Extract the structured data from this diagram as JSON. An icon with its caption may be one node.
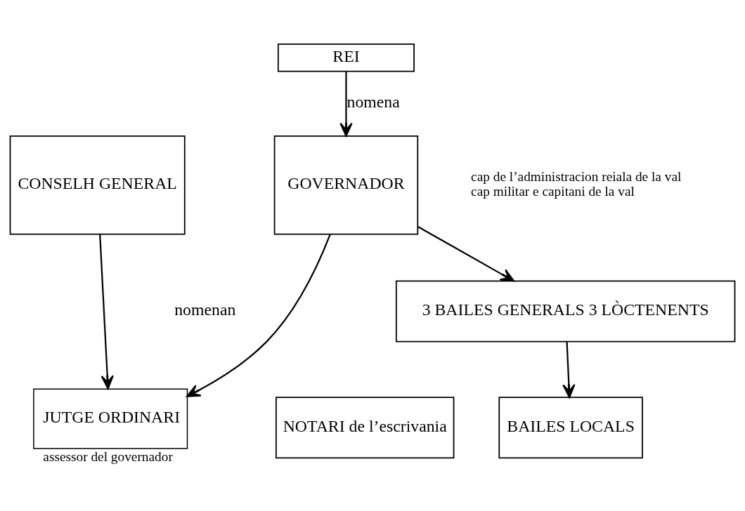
{
  "diagram": {
    "nodes": [
      {
        "text": [
          "REI"
        ]
      },
      {
        "text": [
          "CONSELH GENERAL"
        ]
      },
      {
        "text": [
          "GOVERNADOR"
        ],
        "beside": [
          "cap de l’administracion reiala de la val",
          "cap militar e capitani de la val"
        ]
      },
      {
        "text": [
          "JUTGE ORDINARI"
        ],
        "beside": [
          "assessor del governador"
        ]
      },
      {
        "text": [
          "NOTARI de l’escrivania"
        ]
      },
      {
        "text": [
          "3 BAILES GENERALS 3 LÒCTENENTS"
        ]
      },
      {
        "text": [
          "BAILES LOCALS"
        ]
      }
    ],
    "edges": [
      {
        "from": 0,
        "to": 2,
        "arrow": "to",
        "label": "nomena"
      },
      {
        "from": 1,
        "to": 3,
        "arrow": "to"
      },
      {
        "from": 2,
        "to": 3,
        "arrow": "to"
      },
      {
        "from": 2,
        "to": 5,
        "arrow": "to"
      },
      {
        "from": 5,
        "to": 6,
        "arrow": "to"
      }
    ],
    "labels": [
      "nomenan"
    ]
  }
}
